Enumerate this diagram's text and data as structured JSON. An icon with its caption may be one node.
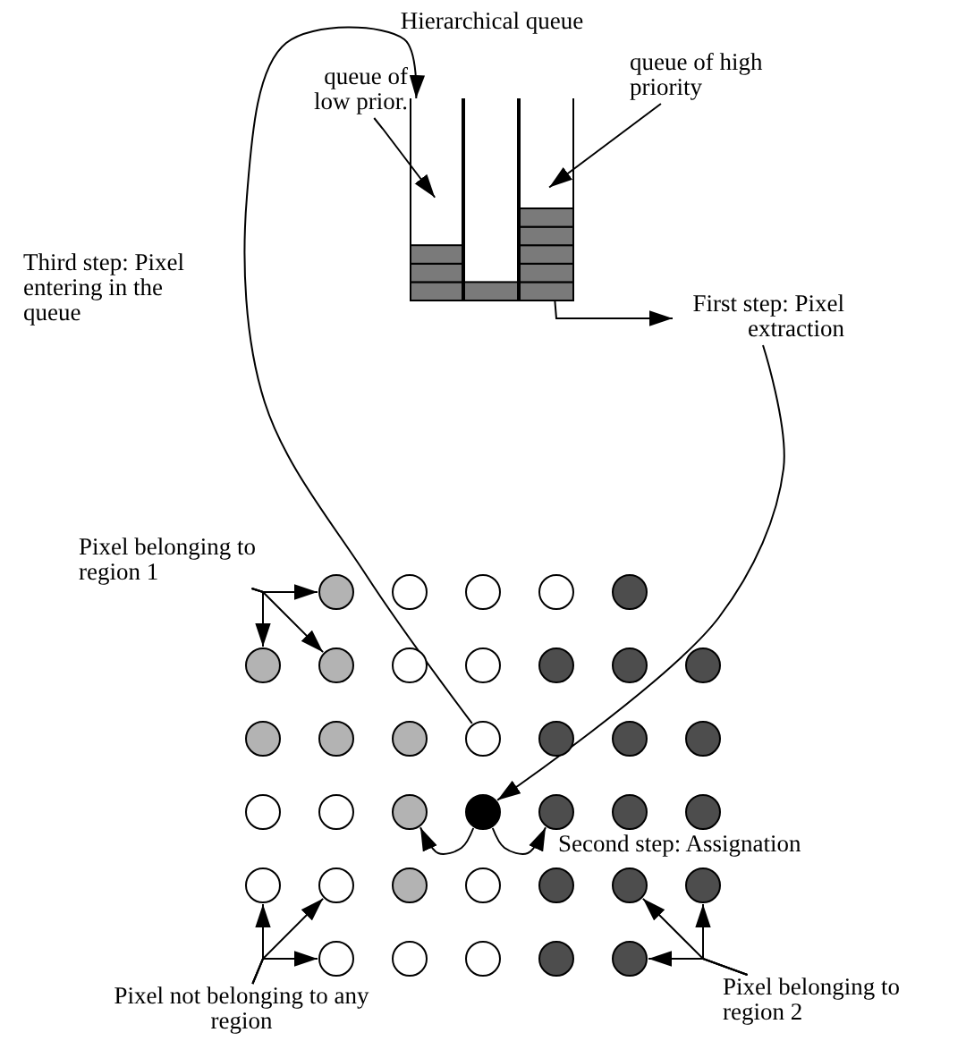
{
  "diagram": {
    "nodes": [
      {
        "text": [
          "Hierarchical queue"
        ]
      },
      {
        "text": [],
        "shape": "box",
        "in": 0
      },
      {
        "text": [],
        "shape": "box",
        "in": 0
      },
      {
        "text": [],
        "shape": "box",
        "in": 0
      },
      {
        "text": [
          "queue of low prior."
        ]
      },
      {
        "text": [
          "queue of high priority"
        ]
      },
      {
        "text": [
          "First step: Pixel extraction"
        ]
      },
      {
        "text": [
          "Pixel belonging to region 1"
        ]
      },
      {
        "text": [
          "Pixel not belonging to any region"
        ]
      },
      {
        "text": [
          "Pixel belonging to region 2"
        ]
      },
      {
        "text": [],
        "shape": "circle"
      },
      {
        "text": [],
        "shape": "circle"
      },
      {
        "text": [],
        "shape": "circle"
      },
      {
        "text": [],
        "shape": "circle"
      },
      {
        "text": [],
        "shape": "circle"
      },
      {
        "text": [],
        "shape": "circle"
      },
      {
        "text": [],
        "shape": "circle"
      },
      {
        "text": [],
        "shape": "circle"
      },
      {
        "text": [],
        "shape": "circle"
      },
      {
        "text": [],
        "shape": "circle"
      },
      {
        "text": [],
        "shape": "circle"
      },
      {
        "text": [],
        "shape": "circle"
      },
      {
        "text": [],
        "shape": "circle"
      },
      {
        "text": [],
        "shape": "circle"
      },
      {
        "text": [],
        "shape": "circle"
      },
      {
        "text": [],
        "shape": "circle"
      },
      {
        "text": [],
        "shape": "circle"
      },
      {
        "text": [],
        "shape": "circle"
      },
      {
        "text": [],
        "shape": "circle"
      },
      {
        "text": [],
        "shape": "circle"
      },
      {
        "text": [],
        "shape": "circle"
      },
      {
        "text": [],
        "shape": "circle"
      },
      {
        "text": [],
        "shape": "circle"
      },
      {
        "text": [],
        "shape": "circle"
      },
      {
        "text": [],
        "shape": "circle"
      },
      {
        "text": [],
        "shape": "circle"
      },
      {
        "text": [],
        "shape": "circle"
      },
      {
        "text": [],
        "shape": "circle"
      },
      {
        "text": [],
        "shape": "circle"
      },
      {
        "text": [],
        "shape": "circle"
      },
      {
        "text": [],
        "shape": "circle"
      },
      {
        "text": [],
        "shape": "circle"
      },
      {
        "text": [],
        "shape": "circle"
      },
      {
        "text": [],
        "shape": "circle"
      },
      {
        "text": [],
        "shape": "circle"
      },
      {
        "text": [],
        "shape": "circle"
      },
      {
        "text": [],
        "shape": "circle"
      },
      {
        "text": [],
        "shape": "circle"
      }
    ],
    "edges": [
      {
        "from": 25,
        "to": 1,
        "arrow": "to"
      },
      {
        "from": 4,
        "to": 1,
        "arrow": "to"
      },
      {
        "from": 5,
        "to": 3,
        "arrow": "to"
      },
      {
        "from": 3,
        "to": 6,
        "arrow": "to"
      },
      {
        "from": 6,
        "to": 32,
        "arrow": "to"
      },
      {
        "from": 32,
        "to": 31,
        "arrow": "to"
      },
      {
        "from": 32,
        "to": 33,
        "arrow": "to"
      },
      {
        "from": 7,
        "to": 10,
        "arrow": "to"
      },
      {
        "from": 7,
        "to": 15,
        "arrow": "to"
      },
      {
        "from": 7,
        "to": 16,
        "arrow": "to"
      },
      {
        "from": 8,
        "to": 36,
        "arrow": "to"
      },
      {
        "from": 8,
        "to": 37,
        "arrow": "to"
      },
      {
        "from": 8,
        "to": 43,
        "arrow": "to"
      },
      {
        "from": 9,
        "to": 42,
        "arrow": "to"
      },
      {
        "from": 9,
        "to": 41,
        "arrow": "to"
      },
      {
        "from": 9,
        "to": 47,
        "arrow": "to"
      }
    ],
    "labels": [
      "Third step: Pixel entering in the queue",
      "Second step: Assignation"
    ]
  }
}
